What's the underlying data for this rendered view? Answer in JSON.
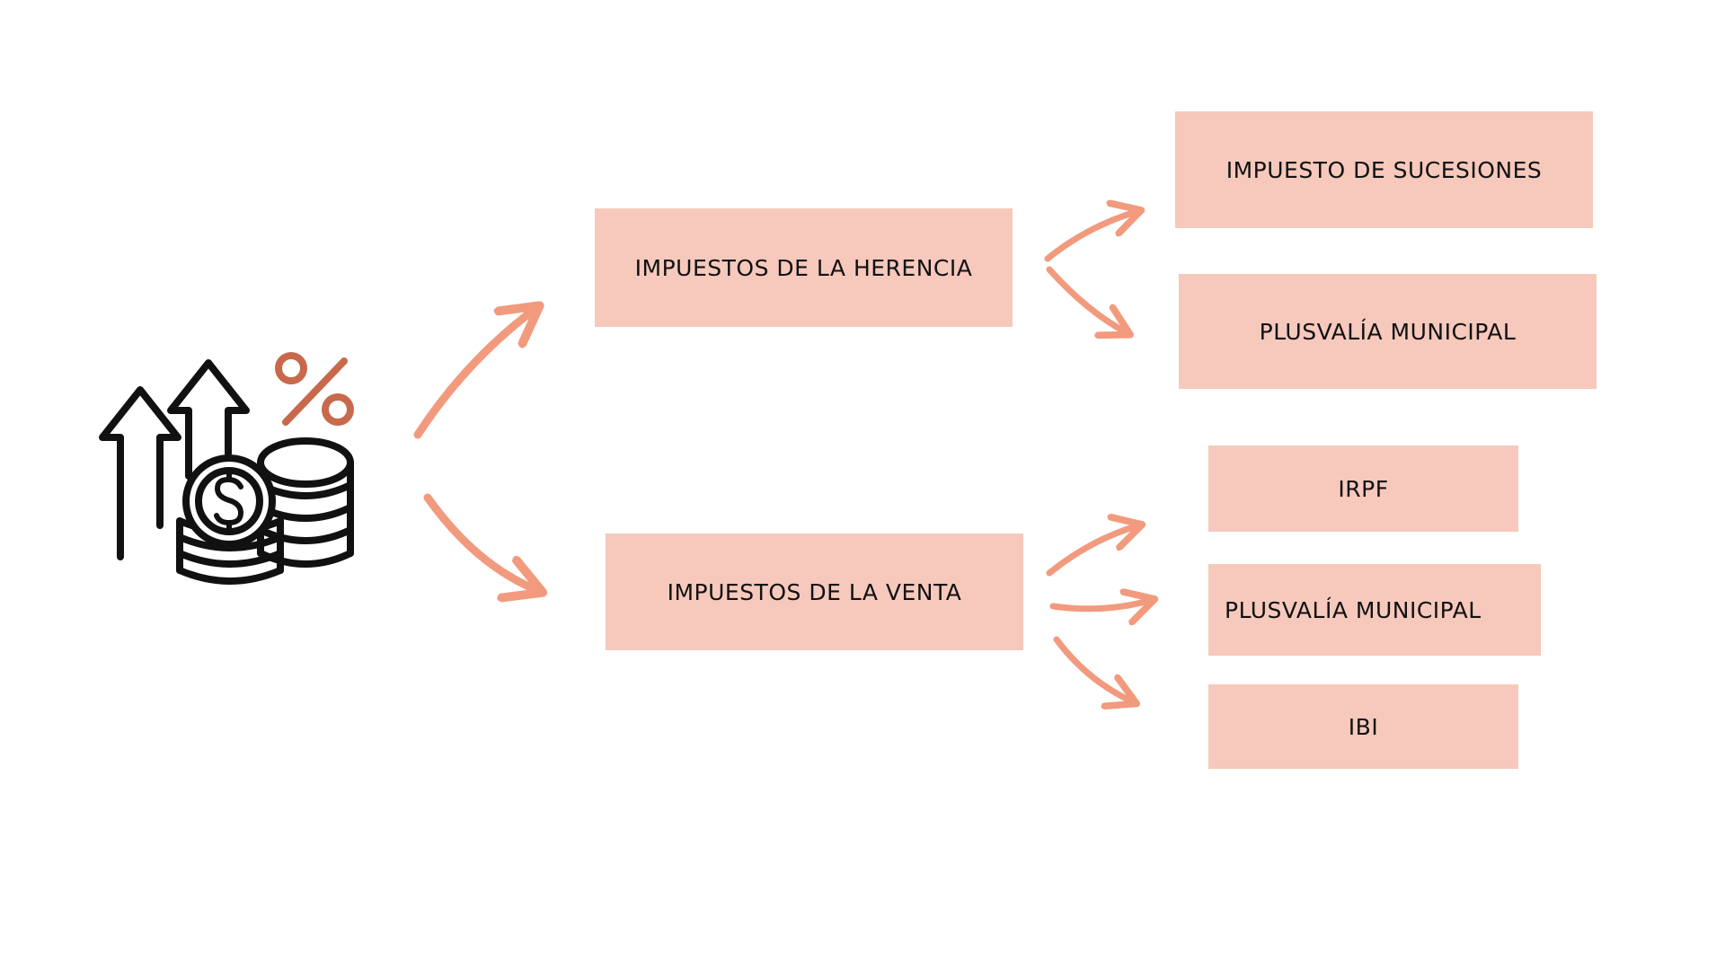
{
  "colors": {
    "box_fill": "#f6c9bc",
    "arrow": "#f29a7e",
    "icon_stroke": "#111111",
    "percent_accent": "#c8694c"
  },
  "icon": {
    "name": "rising-money-percent-icon"
  },
  "nodes": {
    "herencia": {
      "label": "IMPUESTOS DE LA HERENCIA"
    },
    "venta": {
      "label": "IMPUESTOS DE LA VENTA"
    },
    "sucesiones": {
      "label": "IMPUESTO DE SUCESIONES"
    },
    "plusvalia_herencia": {
      "label": "PLUSVALÍA MUNICIPAL"
    },
    "irpf": {
      "label": "IRPF"
    },
    "plusvalia_venta": {
      "label": "PLUSVALÍA MUNICIPAL"
    },
    "ibi": {
      "label": "IBI"
    }
  },
  "edges": [
    {
      "from": "icon",
      "to": "herencia"
    },
    {
      "from": "icon",
      "to": "venta"
    },
    {
      "from": "herencia",
      "to": "sucesiones"
    },
    {
      "from": "herencia",
      "to": "plusvalia_herencia"
    },
    {
      "from": "venta",
      "to": "irpf"
    },
    {
      "from": "venta",
      "to": "plusvalia_venta"
    },
    {
      "from": "venta",
      "to": "ibi"
    }
  ]
}
